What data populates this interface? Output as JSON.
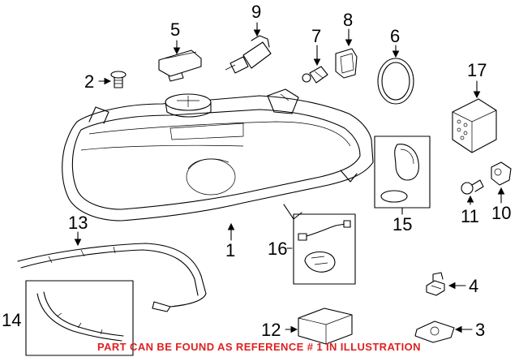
{
  "diagram": {
    "callouts": [
      {
        "id": "c1",
        "text": "1"
      },
      {
        "id": "c2",
        "text": "2"
      },
      {
        "id": "c3",
        "text": "3"
      },
      {
        "id": "c4",
        "text": "4"
      },
      {
        "id": "c5",
        "text": "5"
      },
      {
        "id": "c6",
        "text": "6"
      },
      {
        "id": "c7",
        "text": "7"
      },
      {
        "id": "c8",
        "text": "8"
      },
      {
        "id": "c9",
        "text": "9"
      },
      {
        "id": "c10",
        "text": "10"
      },
      {
        "id": "c11",
        "text": "11"
      },
      {
        "id": "c12",
        "text": "12"
      },
      {
        "id": "c13",
        "text": "13"
      },
      {
        "id": "c14",
        "text": "14"
      },
      {
        "id": "c15",
        "text": "15"
      },
      {
        "id": "c16",
        "text": "16"
      },
      {
        "id": "c17",
        "text": "17"
      }
    ],
    "footer_note": "PART CAN BE FOUND AS REFERENCE # 1 IN ILLUSTRATION",
    "colors": {
      "line": "#000000",
      "note": "#e02020",
      "background": "#ffffff"
    }
  }
}
